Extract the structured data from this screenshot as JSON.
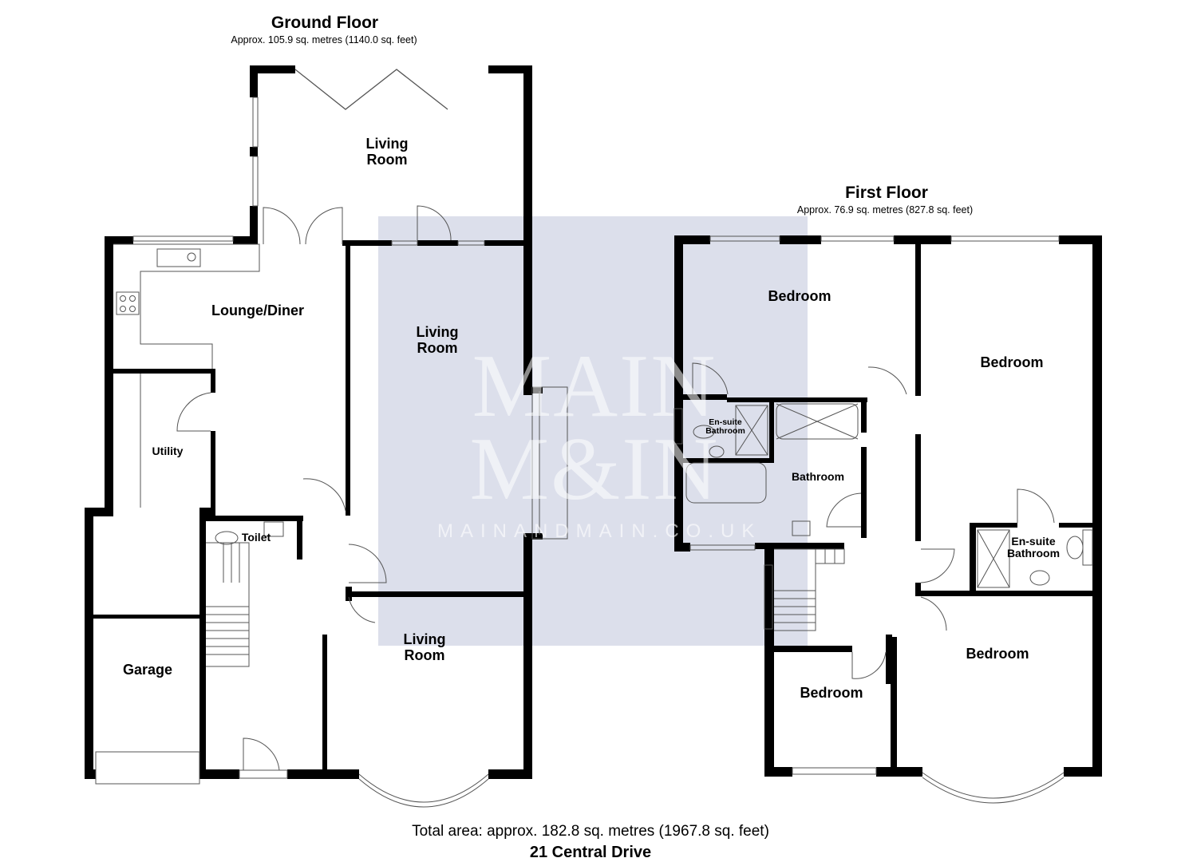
{
  "ground_floor": {
    "title": "Ground Floor",
    "area": "Approx. 105.9 sq. metres (1140.0 sq. feet)",
    "rooms": {
      "living_room_rear": "Living\nRoom",
      "living_room_middle": "Living\nRoom",
      "living_room_front": "Living\nRoom",
      "lounge_diner": "Lounge/Diner",
      "utility": "Utility",
      "toilet": "Toilet",
      "garage": "Garage"
    }
  },
  "first_floor": {
    "title": "First Floor",
    "area": "Approx. 76.9 sq. metres (827.8 sq. feet)",
    "rooms": {
      "bedroom_rear_left": "Bedroom",
      "bedroom_rear_right": "Bedroom",
      "ensuite_left": "En-suite\nBathroom",
      "bathroom": "Bathroom",
      "ensuite_right": "En-suite\nBathroom",
      "bedroom_front_left": "Bedroom",
      "bedroom_front_right": "Bedroom"
    }
  },
  "watermark": {
    "line1": "MAIN",
    "line2": "M&IN",
    "url": "MAINANDMAIN.CO.UK",
    "tint": "#dcdfeb"
  },
  "footer": {
    "total_area": "Total area: approx. 182.8 sq. metres (1967.8 sq. feet)",
    "address": "21 Central Drive"
  },
  "colors": {
    "wall": "#000000",
    "background": "#ffffff",
    "fixture": "#555555"
  }
}
